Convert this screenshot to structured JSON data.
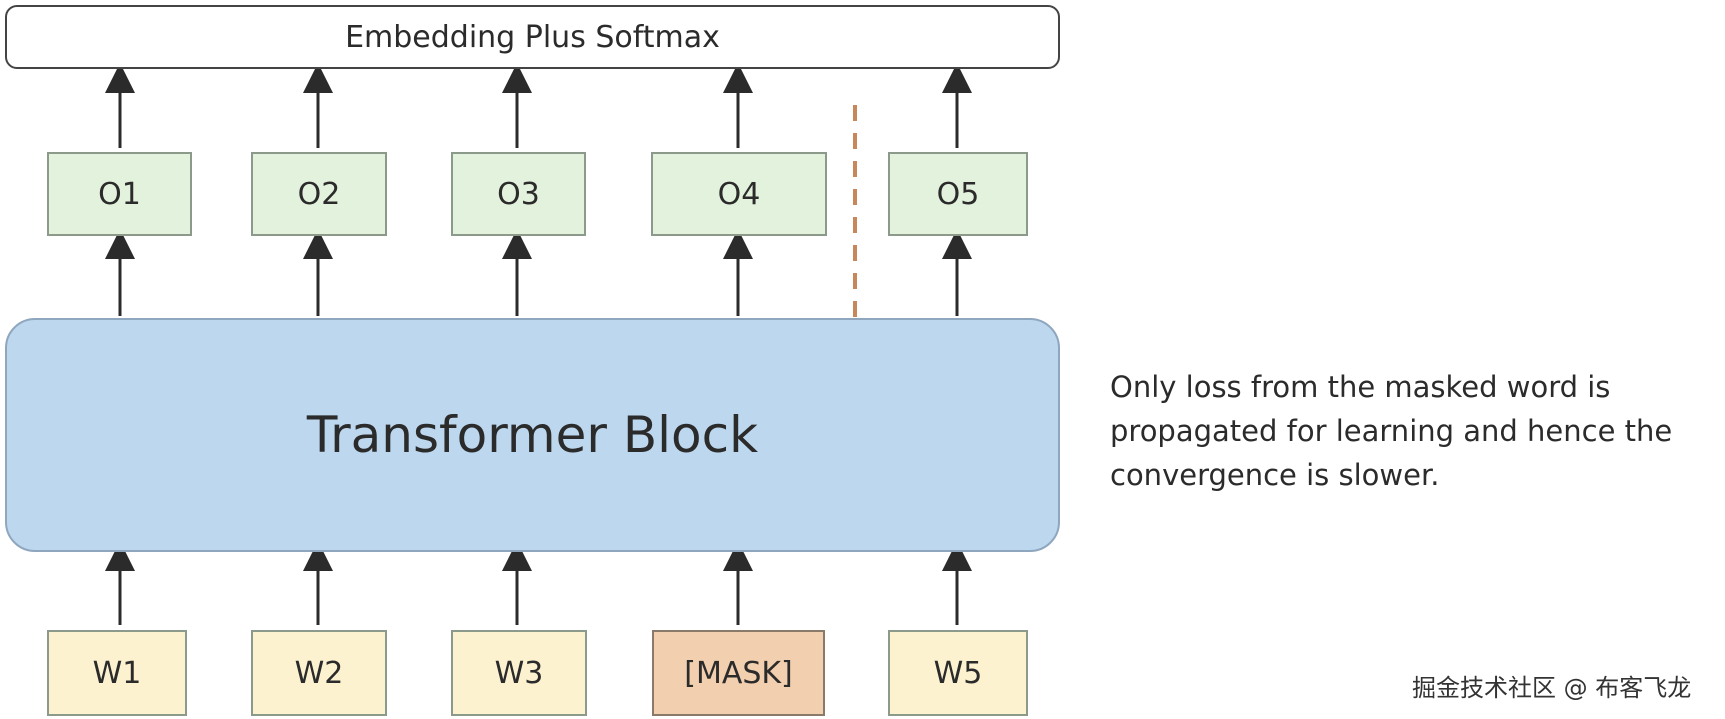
{
  "diagram": {
    "softmax_label": "Embedding Plus Softmax",
    "transformer_label": "Transformer Block",
    "outputs": [
      "O1",
      "O2",
      "O3",
      "O4",
      "O5"
    ],
    "inputs": [
      "W1",
      "W2",
      "W3",
      "[MASK]",
      "W5"
    ],
    "note": "Only loss from the masked word is propagated for learning and hence the convergence is slower.",
    "watermark": "掘金技术社区 @ 布客飞龙",
    "colors": {
      "output_fill": "#e3f2dc",
      "input_fill": "#fdf2d0",
      "mask_fill": "#f2cfae",
      "transformer_fill": "#bcd7ee",
      "loss_arrow": "#c8875a"
    }
  }
}
